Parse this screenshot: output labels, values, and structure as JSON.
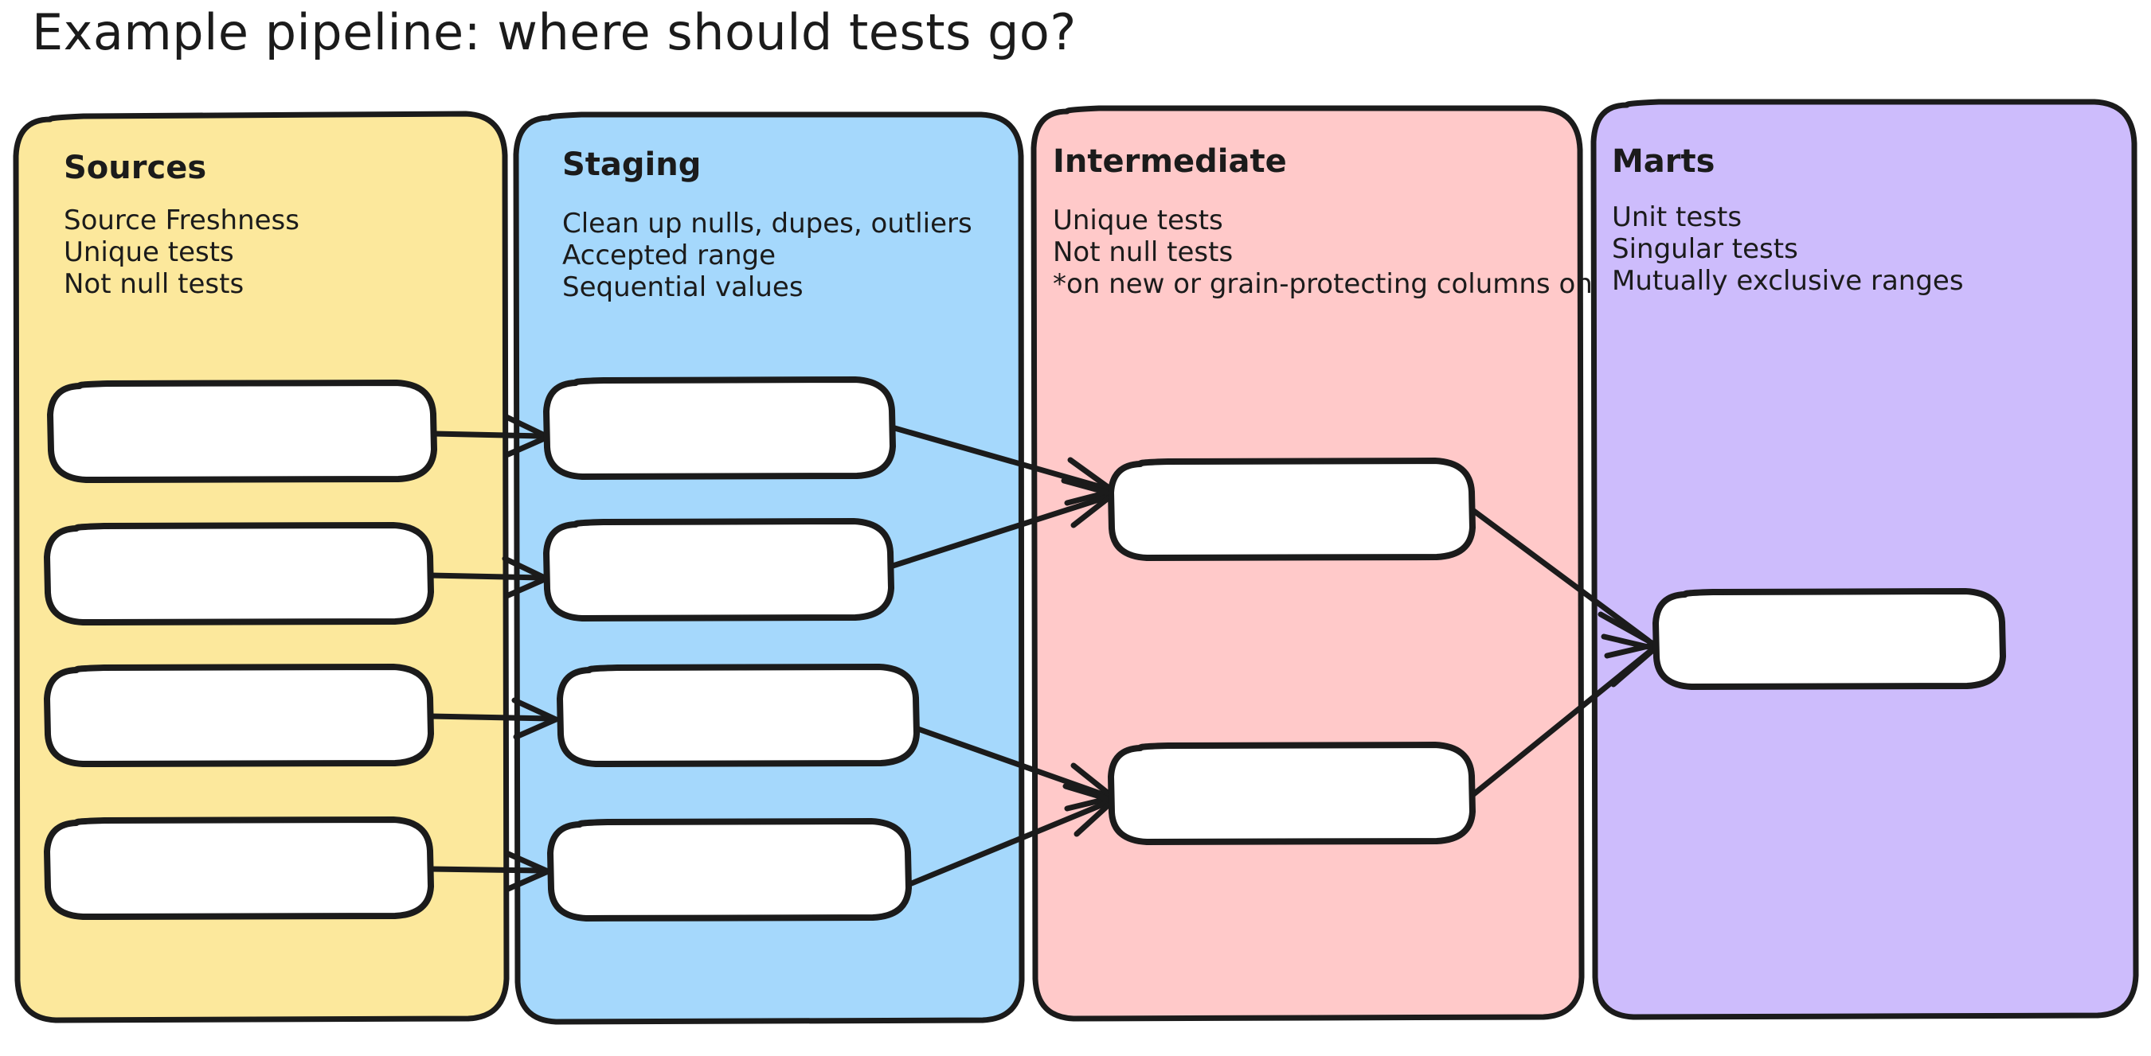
{
  "title": "Example pipeline: where should tests go?",
  "colors": {
    "background": "#ffffff",
    "ink": "#1b1b1b",
    "sources": "#FCE89C",
    "staging": "#A5D8FC",
    "intermediate": "#FFC9C9",
    "marts": "#CDBCFC",
    "node_fill": "#ffffff"
  },
  "lanes": [
    {
      "id": "sources",
      "header": "Sources",
      "color": "#FCE89C",
      "lines": [
        "Source Freshness",
        "Unique tests",
        "Not null tests"
      ],
      "nodes": [
        {
          "id": "src-1",
          "label": ""
        },
        {
          "id": "src-2",
          "label": ""
        },
        {
          "id": "src-3",
          "label": ""
        },
        {
          "id": "src-4",
          "label": ""
        }
      ]
    },
    {
      "id": "staging",
      "header": "Staging",
      "color": "#A5D8FC",
      "lines": [
        "Clean up nulls, dupes, outliers",
        "Accepted range",
        "Sequential values"
      ],
      "nodes": [
        {
          "id": "stg-1",
          "label": ""
        },
        {
          "id": "stg-2",
          "label": ""
        },
        {
          "id": "stg-3",
          "label": ""
        },
        {
          "id": "stg-4",
          "label": ""
        }
      ]
    },
    {
      "id": "intermediate",
      "header": "Intermediate",
      "color": "#FFC9C9",
      "lines": [
        "Unique tests",
        "Not null tests",
        "*on new or grain-protecting columns only"
      ],
      "nodes": [
        {
          "id": "int-1",
          "label": ""
        },
        {
          "id": "int-2",
          "label": ""
        }
      ]
    },
    {
      "id": "marts",
      "header": "Marts",
      "color": "#CDBCFC",
      "lines": [
        "Unit tests",
        "Singular tests",
        "Mutually exclusive ranges"
      ],
      "nodes": [
        {
          "id": "mart-1",
          "label": ""
        }
      ]
    }
  ],
  "edges": [
    {
      "from": "src-1",
      "to": "stg-1"
    },
    {
      "from": "src-2",
      "to": "stg-2"
    },
    {
      "from": "src-3",
      "to": "stg-3"
    },
    {
      "from": "src-4",
      "to": "stg-4"
    },
    {
      "from": "stg-1",
      "to": "int-1"
    },
    {
      "from": "stg-2",
      "to": "int-1"
    },
    {
      "from": "stg-3",
      "to": "int-2"
    },
    {
      "from": "stg-4",
      "to": "int-2"
    },
    {
      "from": "int-1",
      "to": "mart-1"
    },
    {
      "from": "int-2",
      "to": "mart-1"
    }
  ]
}
